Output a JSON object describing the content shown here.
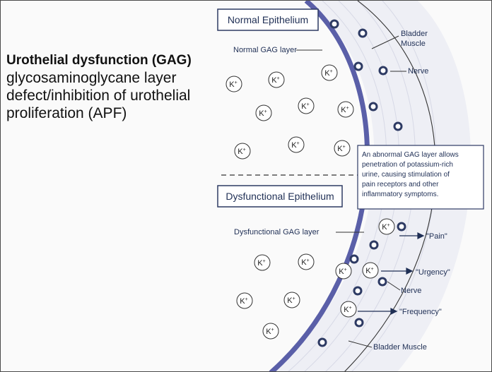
{
  "heading": {
    "bold_line": "Urothelial dysfunction (GAG)",
    "lines": [
      "glycosaminoglycane layer",
      "defect/inhibition of urothelial",
      "proliferation (APF)"
    ]
  },
  "diagram": {
    "normal_epithelium": "Normal Epithelium",
    "normal_gag": "Normal GAG layer",
    "bladder_muscle_top": [
      "Bladder",
      "Muscle"
    ],
    "nerve_top": "Nerve",
    "dysfunctional_epithelium": "Dysfunctional Epithelium",
    "dysfunctional_gag": "Dysfunctional GAG layer",
    "callout": [
      "An abnormal GAG layer allows",
      "penetration of potassium-rich",
      "urine, causing stimulation of",
      "pain receptors and other",
      "inflammatory symptoms."
    ],
    "pain": "\"Pain\"",
    "urgency": "\"Urgency\"",
    "frequency": "\"Frequency\"",
    "nerve_bottom": "Nerve",
    "bladder_muscle_bottom": "Bladder Muscle",
    "ion_label": "K",
    "ion_charge": "+"
  },
  "colors": {
    "layer": "#5a5fa8",
    "ink": "#2d3a63",
    "line": "#333333"
  }
}
